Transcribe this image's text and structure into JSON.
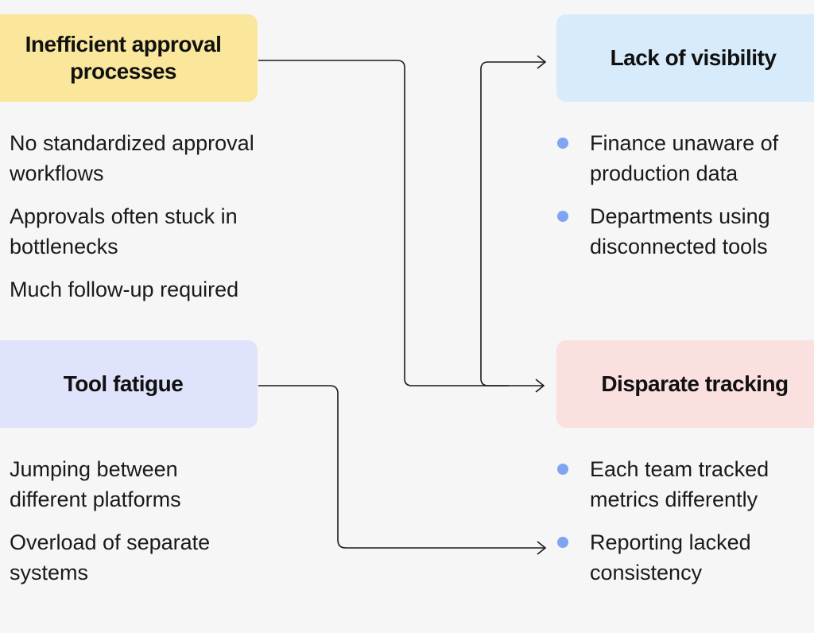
{
  "boxes": {
    "inefficient": {
      "title": "Inefficient approval processes",
      "color": "#fbe79b",
      "items": [
        "No standardized approval workflows",
        "Approvals often stuck in bottlenecks",
        "Much follow-up required"
      ]
    },
    "tool": {
      "title": "Tool fatigue",
      "color": "#dfe3fb",
      "items": [
        "Jumping between different platforms",
        "Overload of separate systems"
      ]
    },
    "visibility": {
      "title": "Lack of visibility",
      "color": "#d7ebfb",
      "items": [
        "Finance unaware of production data",
        "Departments using disconnected tools"
      ]
    },
    "disparate": {
      "title": "Disparate tracking",
      "color": "#fbe0e0",
      "items": [
        "Each team tracked metrics differently",
        "Reporting lacked consistency"
      ]
    }
  },
  "bullet_color": "#7fa4f2",
  "icons": [
    "arrow-icon",
    "bullet-dot-icon"
  ]
}
